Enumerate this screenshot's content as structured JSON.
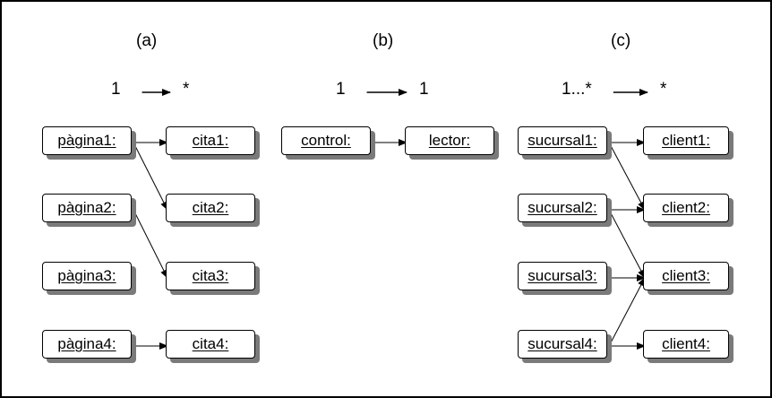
{
  "panels": [
    {
      "label": "(a)",
      "multiplicity": {
        "left": "1",
        "right": "*"
      },
      "left_nodes": [
        "pàgina1:",
        "pàgina2:",
        "pàgina3:",
        "pàgina4:"
      ],
      "right_nodes": [
        "cita1:",
        "cita2:",
        "cita3:",
        "cita4:"
      ],
      "links": [
        {
          "from": "pàgina1:",
          "to": "cita1:"
        },
        {
          "from": "pàgina1:",
          "to": "cita2:"
        },
        {
          "from": "pàgina2:",
          "to": "cita3:"
        },
        {
          "from": "pàgina4:",
          "to": "cita4:"
        }
      ]
    },
    {
      "label": "(b)",
      "multiplicity": {
        "left": "1",
        "right": "1"
      },
      "left_nodes": [
        "control:"
      ],
      "right_nodes": [
        "lector:"
      ],
      "links": [
        {
          "from": "control:",
          "to": "lector:"
        }
      ]
    },
    {
      "label": "(c)",
      "multiplicity": {
        "left": "1...*",
        "right": "*"
      },
      "left_nodes": [
        "sucursal1:",
        "sucursal2:",
        "sucursal3:",
        "sucursal4:"
      ],
      "right_nodes": [
        "client1:",
        "client2:",
        "client3:",
        "client4:"
      ],
      "links": [
        {
          "from": "sucursal1:",
          "to": "client1:"
        },
        {
          "from": "sucursal1:",
          "to": "client2:"
        },
        {
          "from": "sucursal2:",
          "to": "client2:"
        },
        {
          "from": "sucursal2:",
          "to": "client3:"
        },
        {
          "from": "sucursal3:",
          "to": "client3:"
        },
        {
          "from": "sucursal4:",
          "to": "client3:"
        },
        {
          "from": "sucursal4:",
          "to": "client4:"
        }
      ]
    }
  ]
}
